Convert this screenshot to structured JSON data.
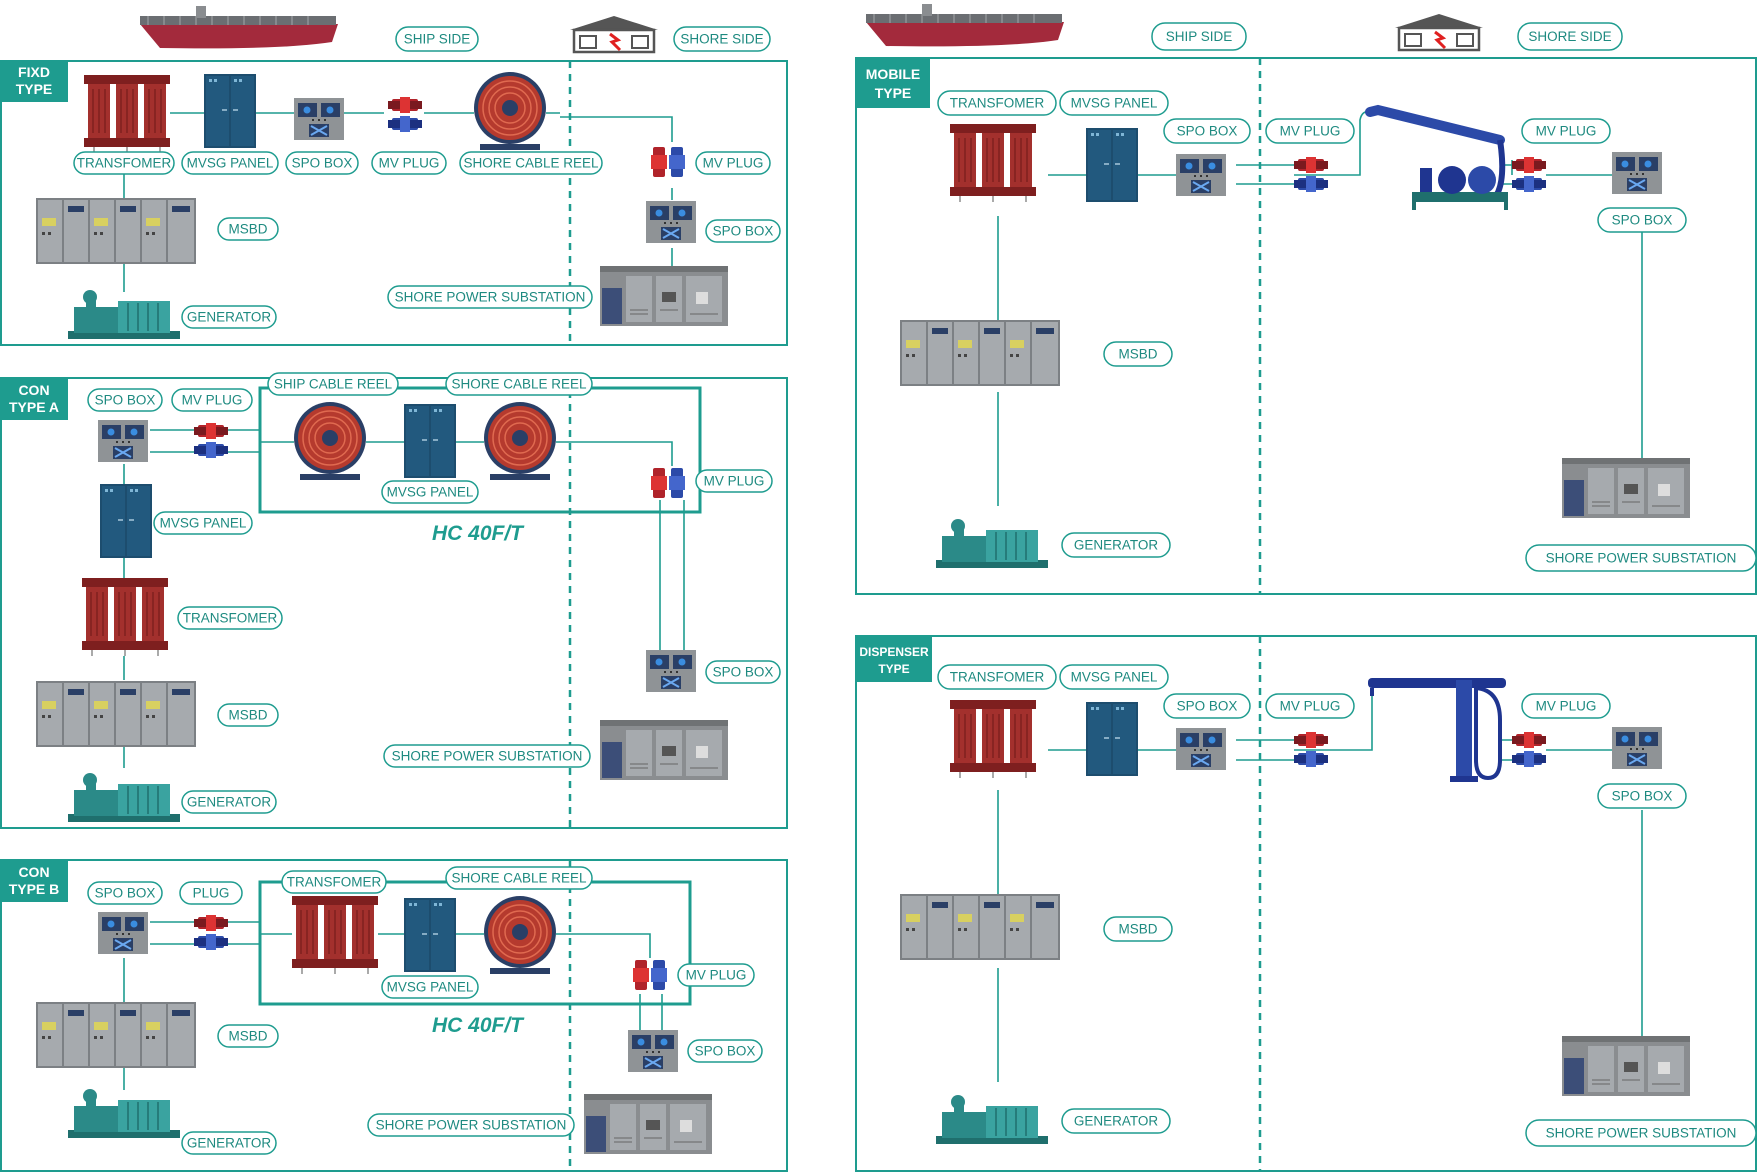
{
  "header": {
    "ship_side": "SHIP SIDE",
    "shore_side": "SHORE SIDE"
  },
  "panels": {
    "fixed": {
      "tag": [
        "FIXD",
        "TYPE"
      ],
      "transformer": "TRANSFOMER",
      "mvsg_panel": "MVSG PANEL",
      "spo_box": "SPO BOX",
      "mv_plug": "MV PLUG",
      "shore_cable_reel": "SHORE CABLE REEL",
      "mv_plug_shore": "MV PLUG",
      "spo_box_shore": "SPO BOX",
      "msbd": "MSBD",
      "generator": "GENERATOR",
      "shore_power_substation": "SHORE POWER SUBSTATION"
    },
    "con_a": {
      "tag": [
        "CON",
        "TYPE A"
      ],
      "spo_box": "SPO BOX",
      "mv_plug": "MV PLUG",
      "ship_cable_reel": "SHIP CABLE REEL",
      "shore_cable_reel": "SHORE CABLE REEL",
      "mvsg_panel_reel": "MVSG PANEL",
      "mv_plug_shore": "MV PLUG",
      "mvsg_panel": "MVSG PANEL",
      "transformer": "TRANSFOMER",
      "msbd": "MSBD",
      "generator": "GENERATOR",
      "spo_box_shore": "SPO BOX",
      "shore_power_substation": "SHORE POWER SUBSTATION",
      "hc": "HC 40F/T"
    },
    "con_b": {
      "tag": [
        "CON",
        "TYPE B"
      ],
      "spo_box": "SPO BOX",
      "plug": "PLUG",
      "transformer": "TRANSFOMER",
      "shore_cable_reel": "SHORE CABLE REEL",
      "mvsg_panel": "MVSG PANEL",
      "mv_plug_shore": "MV PLUG",
      "spo_box_shore": "SPO BOX",
      "msbd": "MSBD",
      "generator": "GENERATOR",
      "shore_power_substation": "SHORE POWER SUBSTATION",
      "hc": "HC 40F/T"
    },
    "mobile": {
      "tag": [
        "MOBILE",
        "TYPE"
      ],
      "transformer": "TRANSFOMER",
      "mvsg_panel": "MVSG PANEL",
      "spo_box": "SPO BOX",
      "mv_plug": "MV PLUG",
      "mv_plug_shore": "MV PLUG",
      "spo_box_shore": "SPO BOX",
      "msbd": "MSBD",
      "generator": "GENERATOR",
      "shore_power_substation": "SHORE POWER SUBSTATION"
    },
    "dispenser": {
      "tag": [
        "DISPENSER",
        "TYPE"
      ],
      "transformer": "TRANSFOMER",
      "mvsg_panel": "MVSG PANEL",
      "spo_box": "SPO BOX",
      "mv_plug": "MV PLUG",
      "mv_plug_shore": "MV PLUG",
      "spo_box_shore": "SPO BOX",
      "msbd": "MSBD",
      "generator": "GENERATOR",
      "shore_power_substation": "SHORE POWER SUBSTATION"
    }
  },
  "colors": {
    "accent": "#1e9c8f",
    "transformer": "#9e2b2b",
    "panel": "#1d4d6e",
    "cabinet": "#8a8d90",
    "generator": "#2b8a88",
    "reel": "#b53a2e",
    "plug_red": "#b0232a",
    "plug_blue": "#2c4aa8",
    "ship_hull": "#a32a3c"
  }
}
